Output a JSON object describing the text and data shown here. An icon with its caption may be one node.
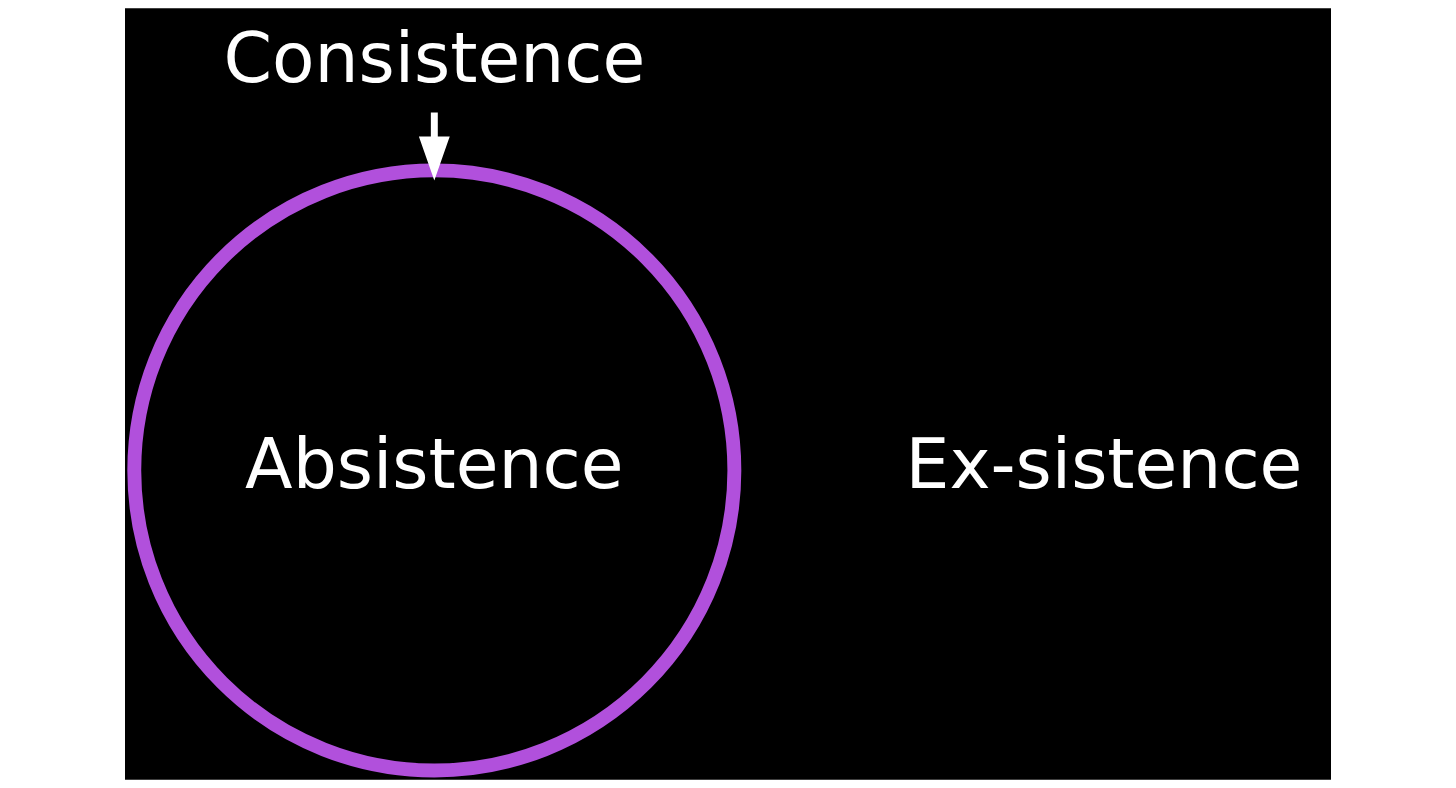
{
  "diagram": {
    "nodes": [
      {
        "text": [
          "Consistence"
        ]
      },
      {
        "text": [
          "Absistence"
        ]
      }
    ],
    "edges": [
      {
        "from": 0,
        "to": 1,
        "arrow": "to"
      }
    ],
    "labels": [
      "Ex-sistence"
    ]
  }
}
